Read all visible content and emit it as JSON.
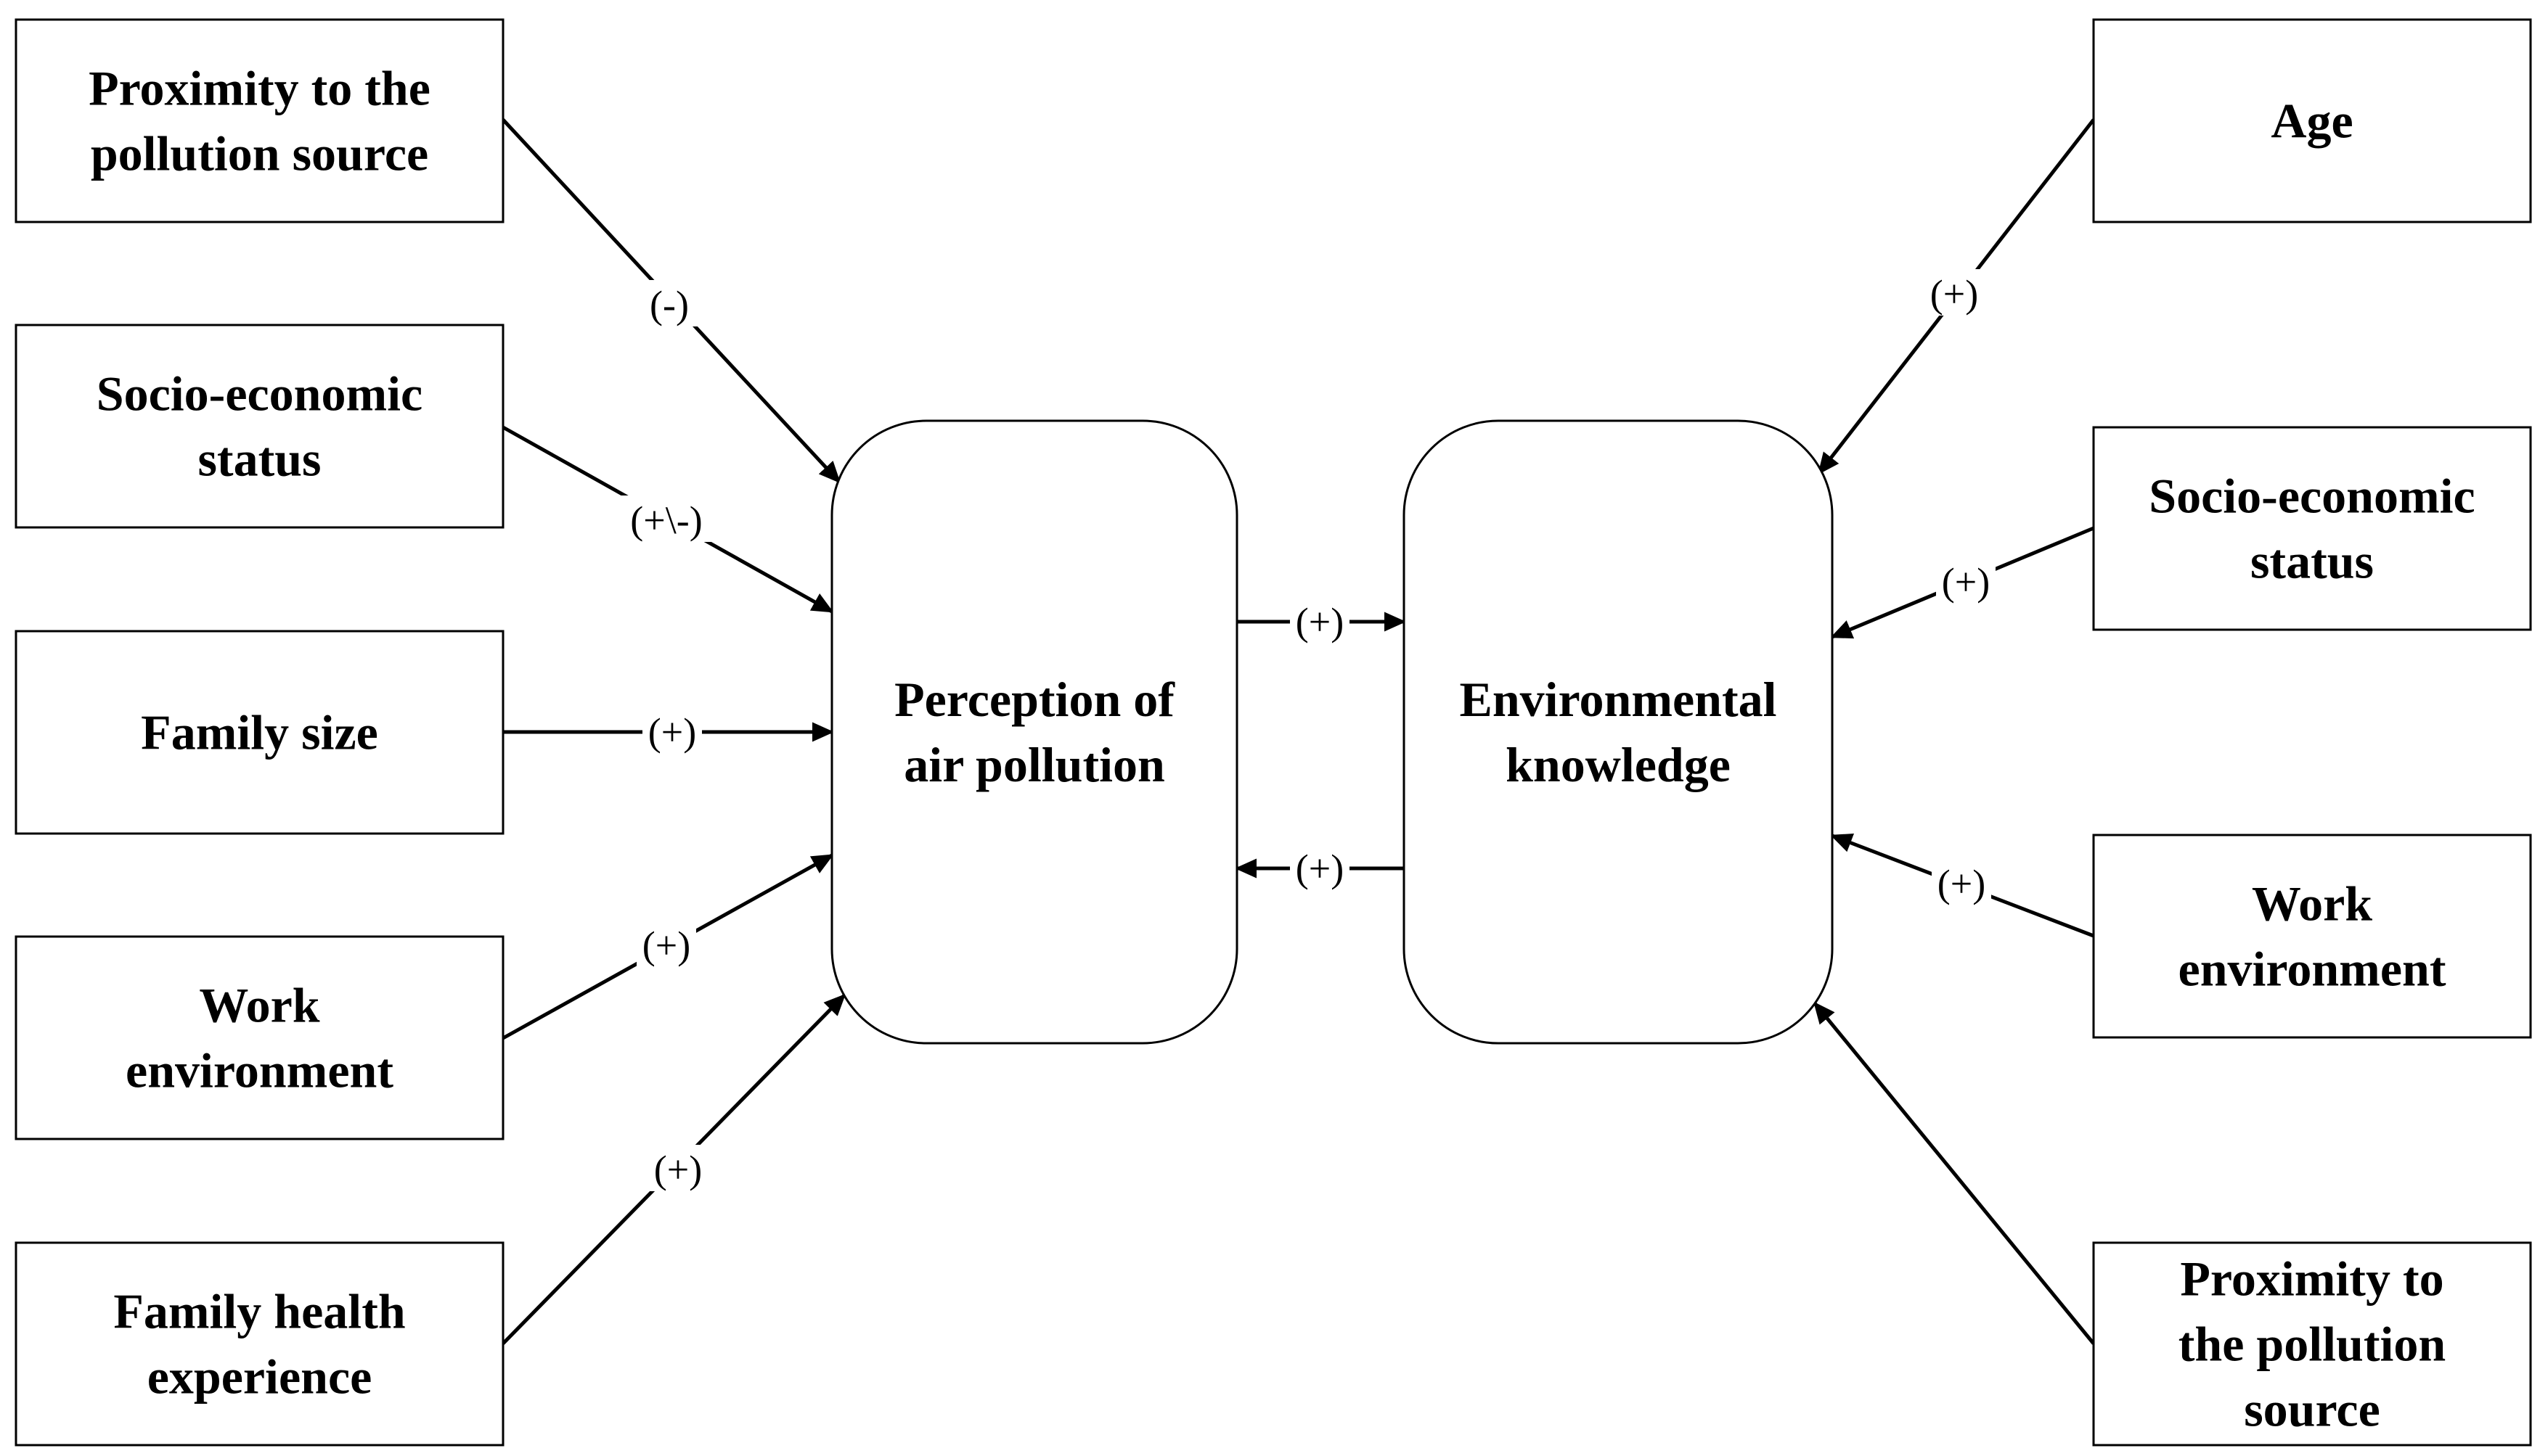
{
  "diagram": {
    "left_factors": [
      {
        "id": "l1",
        "lines": [
          "Proximity to the",
          "pollution source"
        ],
        "edge_label": "(-)"
      },
      {
        "id": "l2",
        "lines": [
          "Socio-economic",
          "status"
        ],
        "edge_label": "(+\\-)"
      },
      {
        "id": "l3",
        "lines": [
          "Family size"
        ],
        "edge_label": "(+)"
      },
      {
        "id": "l4",
        "lines": [
          "Work",
          "environment"
        ],
        "edge_label": "(+)"
      },
      {
        "id": "l5",
        "lines": [
          "Family health",
          "experience"
        ],
        "edge_label": "(+)"
      }
    ],
    "right_factors": [
      {
        "id": "r1",
        "lines": [
          "Age"
        ],
        "edge_label": "(+)"
      },
      {
        "id": "r2",
        "lines": [
          "Socio-economic",
          "status"
        ],
        "edge_label": "(+)"
      },
      {
        "id": "r3",
        "lines": [
          "Work",
          "environment"
        ],
        "edge_label": "(+)"
      },
      {
        "id": "r4",
        "lines": [
          "Proximity to",
          "the pollution",
          "source"
        ],
        "edge_label": ""
      }
    ],
    "center": {
      "perception": {
        "lines": [
          "Perception of",
          "air pollution"
        ]
      },
      "knowledge": {
        "lines": [
          "Environmental",
          "knowledge"
        ]
      }
    },
    "links": [
      {
        "from": "perception",
        "to": "knowledge",
        "label": "(+)"
      },
      {
        "from": "knowledge",
        "to": "perception",
        "label": "(+)"
      }
    ]
  }
}
